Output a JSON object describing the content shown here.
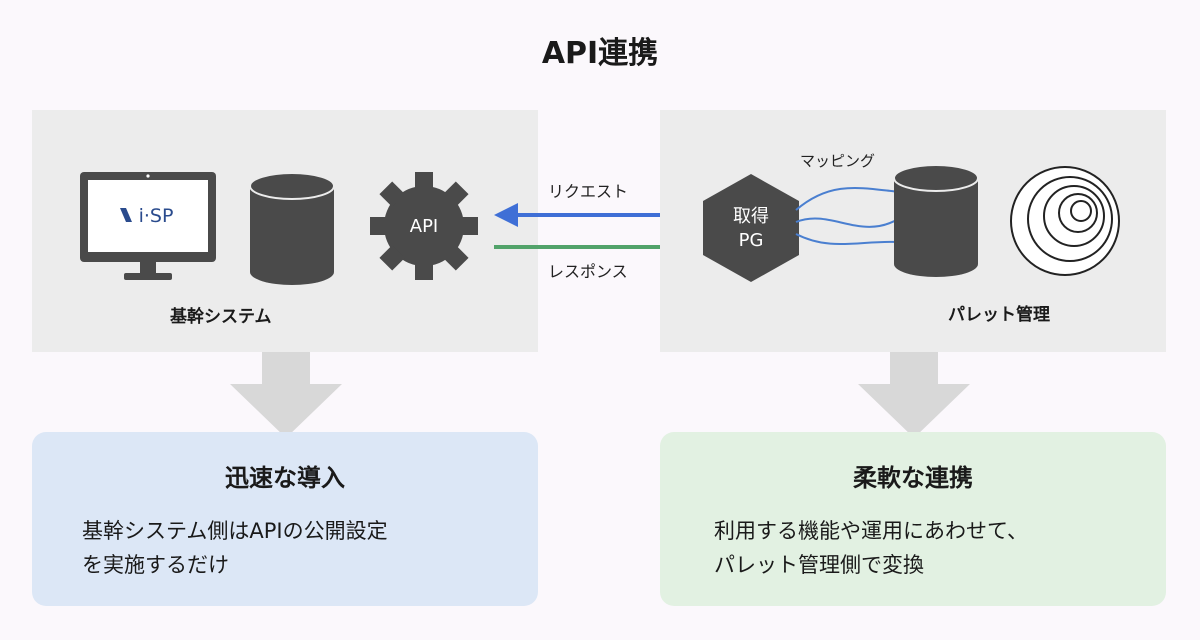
{
  "title": "API連携",
  "left_panel": {
    "monitor_logo": "i·SP",
    "gear_label": "API",
    "label": "基幹システム"
  },
  "right_panel": {
    "hex_line1": "取得",
    "hex_line2": "PG",
    "mapping_label": "マッピング",
    "label": "パレット管理"
  },
  "flows": {
    "request_label": "リクエスト",
    "response_label": "レスポンス"
  },
  "left_card": {
    "title": "迅速な導入",
    "line1": "基幹システム側はAPIの公開設定",
    "line2": "を実施するだけ"
  },
  "right_card": {
    "title": "柔軟な連携",
    "line1": "利用する機能や運用にあわせて、",
    "line2": "パレット管理側で変換"
  },
  "colors": {
    "request_arrow": "#3f6fd6",
    "response_arrow": "#52a36a",
    "icon_dark": "#4a4a4a",
    "mapping_lines": "#4a7fd0"
  }
}
